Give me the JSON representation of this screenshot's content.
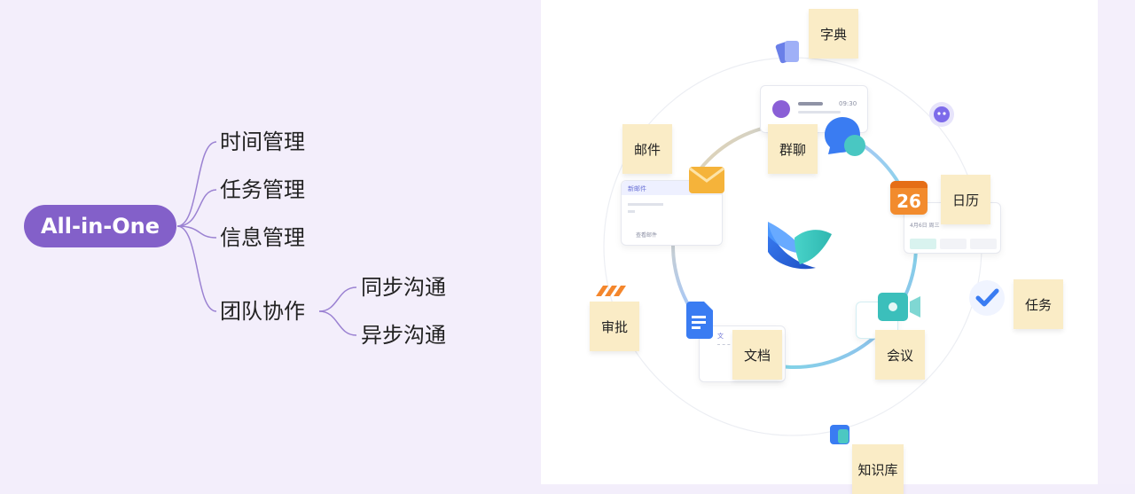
{
  "mindmap": {
    "root": "All-in-One",
    "branches": [
      "时间管理",
      "任务管理",
      "信息管理",
      "团队协作"
    ],
    "sub_branches": [
      "同步沟通",
      "异步沟通"
    ]
  },
  "features": {
    "dictionary": "字典",
    "mail": "邮件",
    "group_chat": "群聊",
    "calendar": "日历",
    "approval": "审批",
    "task": "任务",
    "docs": "文档",
    "meeting": "会议",
    "wiki": "知识库"
  },
  "mockups": {
    "mail_card_title": "新邮件",
    "mail_card_button": "查看邮件",
    "chat_time": "09:30",
    "calendar_date": "26",
    "calendar_line": "4月6日 周三",
    "calendar_tag": "4月6日",
    "doc_char": "文"
  },
  "colors": {
    "root_bg": "#8360c9",
    "branch_line": "#9b82d2",
    "sticky": "#faecc6",
    "left_bg": "#f3eefb"
  }
}
